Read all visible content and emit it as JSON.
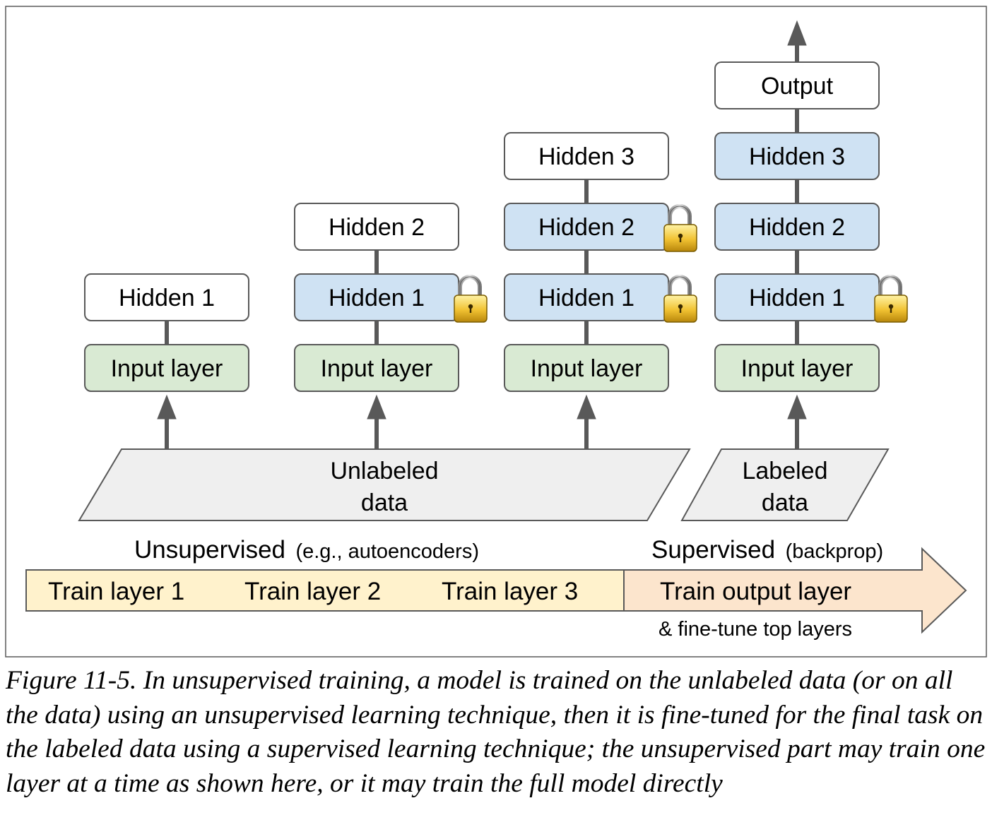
{
  "stages": [
    {
      "layers": [
        {
          "label": "Hidden 1",
          "state": "new",
          "locked": false
        },
        {
          "label": "Input layer",
          "state": "input",
          "locked": false
        }
      ]
    },
    {
      "layers": [
        {
          "label": "Hidden 2",
          "state": "new",
          "locked": false
        },
        {
          "label": "Hidden 1",
          "state": "trained",
          "locked": true
        },
        {
          "label": "Input layer",
          "state": "input",
          "locked": false
        }
      ]
    },
    {
      "layers": [
        {
          "label": "Hidden 3",
          "state": "new",
          "locked": false
        },
        {
          "label": "Hidden 2",
          "state": "trained",
          "locked": true
        },
        {
          "label": "Hidden 1",
          "state": "trained",
          "locked": true
        },
        {
          "label": "Input layer",
          "state": "input",
          "locked": false
        }
      ]
    },
    {
      "layers": [
        {
          "label": "Output",
          "state": "new",
          "locked": false
        },
        {
          "label": "Hidden 3",
          "state": "trained",
          "locked": false
        },
        {
          "label": "Hidden 2",
          "state": "trained",
          "locked": false
        },
        {
          "label": "Hidden 1",
          "state": "trained",
          "locked": true
        },
        {
          "label": "Input layer",
          "state": "input",
          "locked": false
        }
      ]
    }
  ],
  "data_sources": {
    "unlabeled": {
      "line1": "Unlabeled",
      "line2": "data"
    },
    "labeled": {
      "line1": "Labeled",
      "line2": "data"
    }
  },
  "phases": {
    "unsupervised": {
      "title": "Unsupervised",
      "note": "(e.g., autoencoders)"
    },
    "supervised": {
      "title": "Supervised",
      "note": "(backprop)"
    }
  },
  "steps": {
    "train1": "Train layer 1",
    "train2": "Train layer 2",
    "train3": "Train layer 3",
    "train_output": "Train output layer",
    "finetune": "& fine-tune top layers"
  },
  "caption": "Figure 11-5. In unsupervised training, a model is trained on the unlabeled data (or on all the data) using an unsupervised learning technique, then it is fine-tuned for the final task on the labeled data using a supervised learning technique; the unsupervised part may train one layer at a time as shown here, or it may train the full model directly",
  "colors": {
    "new_layer": "#ffffff",
    "trained_layer": "#cfe2f3",
    "input_layer": "#d9ead3",
    "data_shape": "#efefef",
    "unsupervised_band": "#fff2cc",
    "supervised_band": "#fce5cd",
    "stroke": "#595959",
    "lock_body": "#f1c232"
  }
}
